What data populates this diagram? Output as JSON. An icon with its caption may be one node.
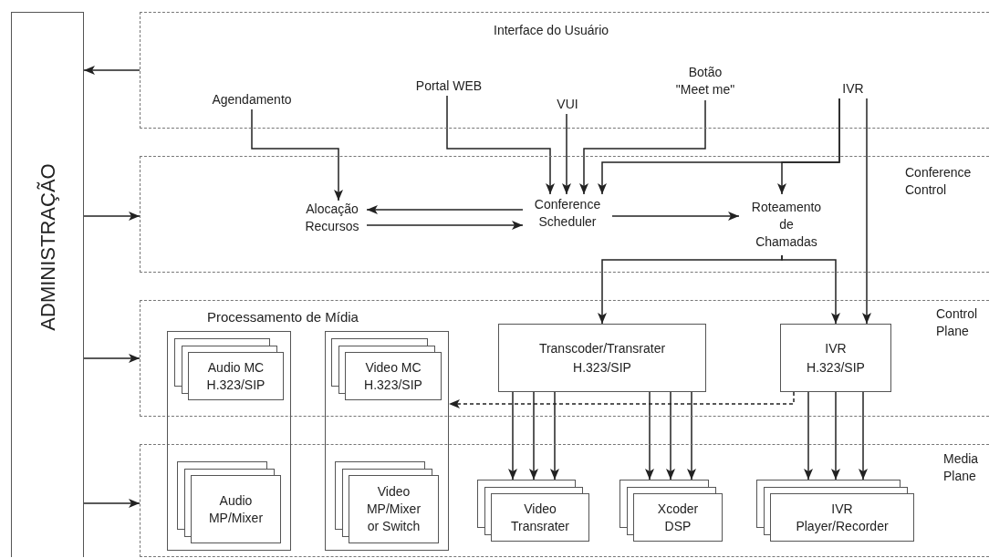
{
  "diagram": {
    "nodes": [
      {
        "text": [
          "ADMINISTRAÇÃO"
        ]
      },
      {
        "text": [
          "Interface do Usuário"
        ]
      },
      {
        "text": [
          "Agendamento"
        ],
        "in": 1
      },
      {
        "text": [
          "Portal WEB"
        ],
        "in": 1
      },
      {
        "text": [
          "VUI"
        ],
        "in": 1
      },
      {
        "text": [
          "Botão \"Meet me\""
        ],
        "in": 1
      },
      {
        "text": [
          "IVR"
        ],
        "in": 1
      },
      {
        "text": [
          "Conference Control"
        ]
      },
      {
        "text": [
          "Alocação Recursos"
        ],
        "in": 7
      },
      {
        "text": [
          "Conference Scheduler"
        ],
        "in": 7
      },
      {
        "text": [
          "Roteamento de Chamadas"
        ],
        "in": 7
      },
      {
        "text": [
          "Control Plane"
        ]
      },
      {
        "text": [
          "Media Plane"
        ]
      },
      {
        "text": [],
        "shape": "box"
      },
      {
        "text": [
          "Audio MC",
          "H.323/SIP"
        ]
      },
      {
        "text": [
          "Audio MP/Mixer"
        ]
      },
      {
        "text": [],
        "shape": "box"
      },
      {
        "text": [
          "Video MC",
          "H.323/SIP"
        ]
      },
      {
        "text": [
          "Video MP/Mixer or Switch"
        ]
      },
      {
        "text": [
          "Transcoder/Transrater",
          "H.323/SIP"
        ],
        "in": 11
      },
      {
        "text": [
          "IVR",
          "H.323/SIP"
        ],
        "in": 11
      },
      {
        "text": [
          "Video Transrater"
        ],
        "in": 12
      },
      {
        "text": [
          "Xcoder DSP"
        ],
        "in": 12
      },
      {
        "text": [
          "IVR Player/Recorder"
        ],
        "in": 12
      }
    ],
    "edges": [
      {
        "from": 1,
        "to": 0,
        "arrow": "to"
      },
      {
        "from": 0,
        "to": 7,
        "arrow": "to"
      },
      {
        "from": 0,
        "to": 11,
        "arrow": "to"
      },
      {
        "from": 0,
        "to": 12,
        "arrow": "to"
      },
      {
        "from": 2,
        "to": 8,
        "arrow": "to"
      },
      {
        "from": 3,
        "to": 9,
        "arrow": "to"
      },
      {
        "from": 4,
        "to": 9,
        "arrow": "to"
      },
      {
        "from": 5,
        "to": 9,
        "arrow": "to"
      },
      {
        "from": 6,
        "to": 9,
        "arrow": "to"
      },
      {
        "from": 6,
        "to": 10,
        "arrow": "to"
      },
      {
        "from": 6,
        "to": 20,
        "arrow": "to"
      },
      {
        "from": 9,
        "to": 8,
        "arrow": "to"
      },
      {
        "from": 8,
        "to": 9,
        "arrow": "to"
      },
      {
        "from": 9,
        "to": 10,
        "arrow": "to"
      },
      {
        "from": 10,
        "to": 19,
        "arrow": "to"
      },
      {
        "from": 10,
        "to": 20,
        "arrow": "to"
      },
      {
        "from": 20,
        "to": 16,
        "arrow": "to",
        "style": "dashed"
      },
      {
        "from": 19,
        "to": 21,
        "arrow": "to"
      },
      {
        "from": 19,
        "to": 21,
        "arrow": "to"
      },
      {
        "from": 19,
        "to": 21,
        "arrow": "to"
      },
      {
        "from": 19,
        "to": 22,
        "arrow": "to"
      },
      {
        "from": 19,
        "to": 22,
        "arrow": "to"
      },
      {
        "from": 19,
        "to": 22,
        "arrow": "to"
      },
      {
        "from": 20,
        "to": 23,
        "arrow": "to"
      },
      {
        "from": 20,
        "to": 23,
        "arrow": "to"
      },
      {
        "from": 20,
        "to": 23,
        "arrow": "to"
      }
    ],
    "labels": [
      "Processamento de Mídia"
    ]
  }
}
